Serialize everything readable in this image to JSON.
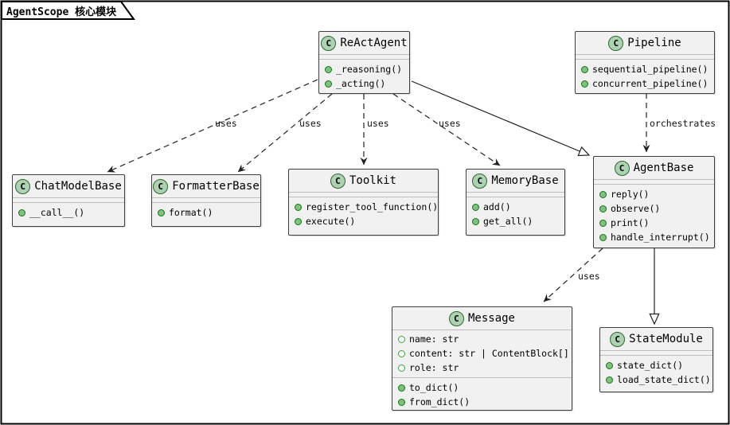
{
  "frame": {
    "title": "AgentScope 核心模块"
  },
  "colors": {
    "class_fill": "#f1f1f1",
    "class_border": "#3f3f3f",
    "stereotype_circle_fill": "#ADD1B2",
    "stereotype_circle_border": "#2e652e",
    "method_dot_fill": "#84be84",
    "method_dot_border": "#0b7a0b",
    "field_dot_border": "#3fa23f",
    "edge_color": "#222222",
    "separator": "#bdbdbd"
  },
  "classes": [
    {
      "id": "ReActAgent",
      "stereotype": "C",
      "name": "ReActAgent",
      "fields": [],
      "methods": [
        "_reasoning()",
        "_acting()"
      ]
    },
    {
      "id": "Pipeline",
      "stereotype": "C",
      "name": "Pipeline",
      "fields": [],
      "methods": [
        "sequential_pipeline()",
        "concurrent_pipeline()"
      ]
    },
    {
      "id": "ChatModelBase",
      "stereotype": "C",
      "name": "ChatModelBase",
      "fields": [],
      "methods": [
        "__call__()"
      ]
    },
    {
      "id": "FormatterBase",
      "stereotype": "C",
      "name": "FormatterBase",
      "fields": [],
      "methods": [
        "format()"
      ]
    },
    {
      "id": "Toolkit",
      "stereotype": "C",
      "name": "Toolkit",
      "fields": [],
      "methods": [
        "register_tool_function()",
        "execute()"
      ]
    },
    {
      "id": "MemoryBase",
      "stereotype": "C",
      "name": "MemoryBase",
      "fields": [],
      "methods": [
        "add()",
        "get_all()"
      ]
    },
    {
      "id": "AgentBase",
      "stereotype": "C",
      "name": "AgentBase",
      "fields": [],
      "methods": [
        "reply()",
        "observe()",
        "print()",
        "handle_interrupt()"
      ]
    },
    {
      "id": "Message",
      "stereotype": "C",
      "name": "Message",
      "fields": [
        "name: str",
        "content: str | ContentBlock[]",
        "role: str"
      ],
      "methods": [
        "to_dict()",
        "from_dict()"
      ]
    },
    {
      "id": "StateModule",
      "stereotype": "C",
      "name": "StateModule",
      "fields": [],
      "methods": [
        "state_dict()",
        "load_state_dict()"
      ]
    }
  ],
  "edges": [
    {
      "from": "ReActAgent",
      "to": "ChatModelBase",
      "type": "dependency",
      "label": "uses"
    },
    {
      "from": "ReActAgent",
      "to": "FormatterBase",
      "type": "dependency",
      "label": "uses"
    },
    {
      "from": "ReActAgent",
      "to": "Toolkit",
      "type": "dependency",
      "label": "uses"
    },
    {
      "from": "ReActAgent",
      "to": "MemoryBase",
      "type": "dependency",
      "label": "uses"
    },
    {
      "from": "ReActAgent",
      "to": "AgentBase",
      "type": "inheritance",
      "label": ""
    },
    {
      "from": "Pipeline",
      "to": "AgentBase",
      "type": "dependency",
      "label": "orchestrates"
    },
    {
      "from": "AgentBase",
      "to": "Message",
      "type": "dependency",
      "label": "uses"
    },
    {
      "from": "AgentBase",
      "to": "StateModule",
      "type": "inheritance",
      "label": ""
    }
  ]
}
